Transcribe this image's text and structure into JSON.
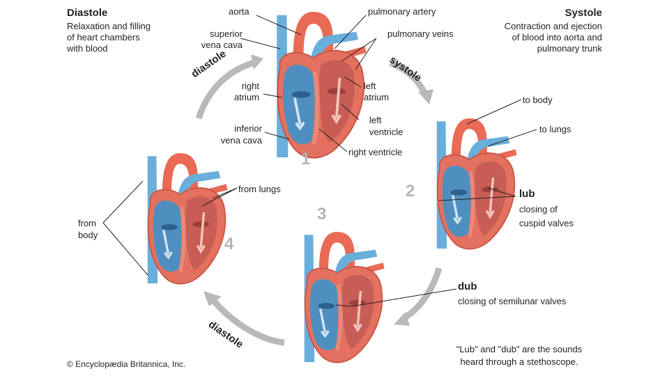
{
  "diastole_header": {
    "title": "Diastole",
    "desc_1": "Relaxation and filling",
    "desc_2": "of heart chambers",
    "desc_3": "with blood"
  },
  "systole_header": {
    "title": "Systole",
    "desc_1": "Contraction and ejection",
    "desc_2": "of blood into aorta and",
    "desc_3": "pulmonary trunk"
  },
  "cycle_labels": {
    "diastole_top": "diastole",
    "systole": "systole",
    "diastole_bottom": "diastole"
  },
  "step_numbers": [
    "1",
    "2",
    "3",
    "4"
  ],
  "heart_1_labels": {
    "aorta": "aorta",
    "pulmonary_artery": "pulmonary artery",
    "superior_vena_cava_1": "superior",
    "superior_vena_cava_2": "vena cava",
    "pulmonary_veins": "pulmonary veins",
    "right_atrium_1": "right",
    "right_atrium_2": "atrium",
    "left_atrium_1": "left",
    "left_atrium_2": "atrium",
    "left_ventricle_1": "left",
    "left_ventricle_2": "ventricle",
    "inferior_vena_cava_1": "inferior",
    "inferior_vena_cava_2": "vena cava",
    "right_ventricle": "right ventricle"
  },
  "heart_2_labels": {
    "to_body": "to body",
    "to_lungs": "to lungs",
    "lub": "lub",
    "lub_desc_1": "closing of",
    "lub_desc_2": "cuspid valves"
  },
  "heart_3_labels": {
    "dub": "dub",
    "dub_desc": "closing of semilunar valves"
  },
  "heart_4_labels": {
    "from_lungs": "from lungs",
    "from_body_1": "from",
    "from_body_2": "body"
  },
  "footnote": {
    "line_1": "\"Lub\" and \"dub\" are the sounds",
    "line_2": "heard through a stethoscope."
  },
  "copyright": "© Encyclopædia Britannica, Inc.",
  "colors": {
    "oxygenated": "#e96a55",
    "oxygenated_dark": "#d24a3a",
    "deoxygenated": "#6aaedb",
    "deoxygenated_dark": "#3f7fb6",
    "chamber_blue": "#4f8fbf",
    "chamber_red": "#c85d55",
    "cycle_arrow": "#b9b9b9"
  }
}
